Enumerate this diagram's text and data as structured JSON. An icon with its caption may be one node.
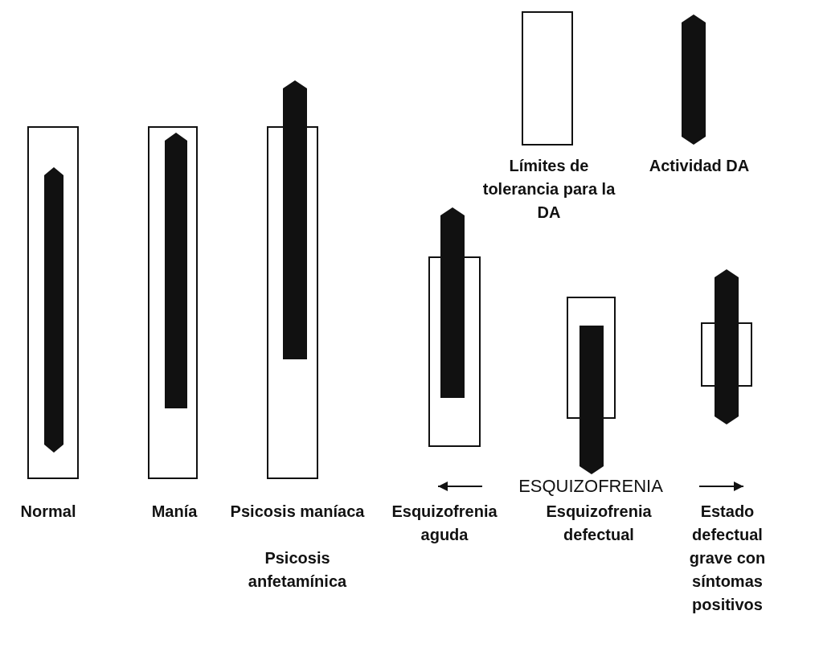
{
  "diagram": {
    "labels": [
      "ESQUIZOFRENIA",
      "Normal",
      "Manía",
      "Psicosis maníaca",
      "Psicosis anfetamínica",
      "Esquizofrenia aguda",
      "Esquizofrenia defectual",
      "Estado defectual grave con síntomas positivos"
    ],
    "legend": [
      {
        "text": "Límites de tolerancia para la DA"
      },
      {
        "text": "Actividad DA"
      }
    ]
  }
}
